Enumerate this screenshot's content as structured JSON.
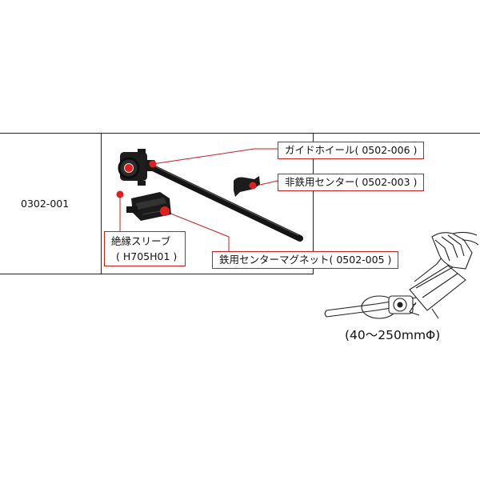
{
  "table": {
    "part_code": "0302-001"
  },
  "callouts": {
    "guide_wheel": "ガイドホイール( 0502-006 )",
    "non_ferrous_center": "非鉄用センター( 0502-003 )",
    "insulation_sleeve_line1": "絶縁スリーブ",
    "insulation_sleeve_line2": "( H705H01 )",
    "ferrous_center_magnet": "鉄用センターマグネット( 0502-005 )"
  },
  "illustration": {
    "size_range": "(40～250mmΦ)"
  },
  "colors": {
    "accent": "#e02020",
    "callout_border": "#c81e1e",
    "rule": "#222222",
    "tool_body": "#1a1a1a"
  }
}
